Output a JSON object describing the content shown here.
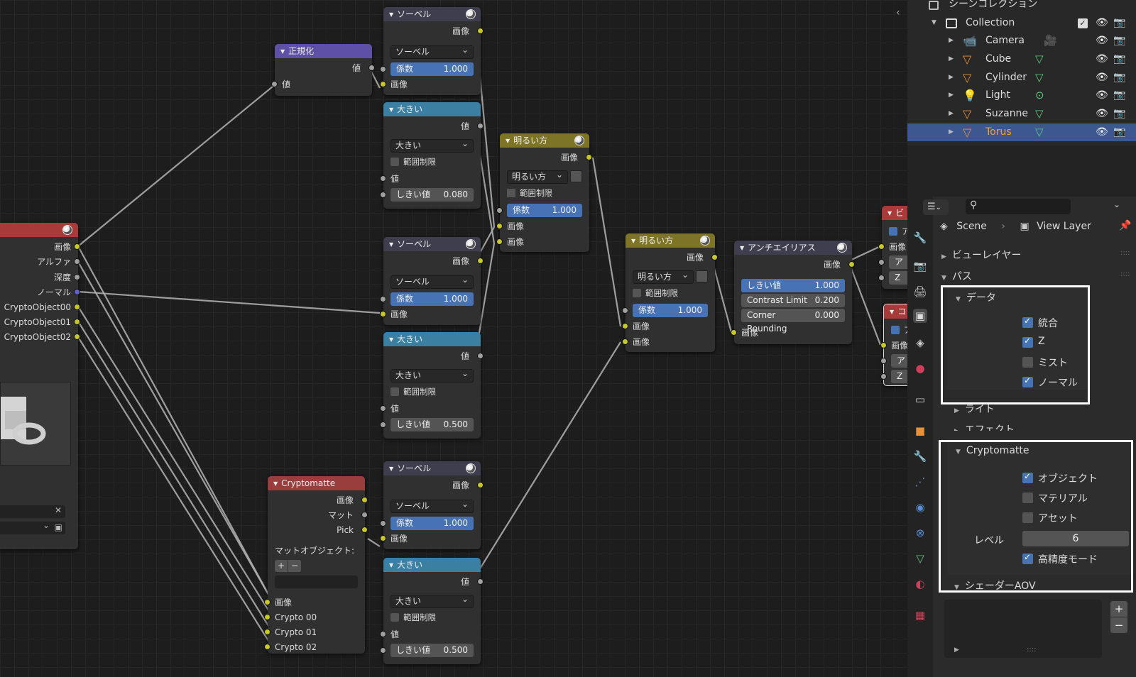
{
  "nodes": {
    "normalize": {
      "title": "正規化",
      "out_value": "値",
      "in_value": "値"
    },
    "sobel1": {
      "title": "ソーベル",
      "out_image": "画像",
      "mode": "ソーベル",
      "factor_label": "係数",
      "factor_value": "1.000",
      "in_image": "画像"
    },
    "sobel2": {
      "title": "ソーベル",
      "out_image": "画像",
      "mode": "ソーベル",
      "factor_label": "係数",
      "factor_value": "1.000",
      "in_image": "画像"
    },
    "sobel3": {
      "title": "ソーベル",
      "out_image": "画像",
      "mode": "ソーベル",
      "factor_label": "係数",
      "factor_value": "1.000",
      "in_image": "画像"
    },
    "greater1": {
      "title": "大きい",
      "out_value": "値",
      "mode": "大きい",
      "clamp": "範囲制限",
      "in_value": "値",
      "threshold_label": "しきい値",
      "threshold_value": "0.080"
    },
    "greater2": {
      "title": "大きい",
      "out_value": "値",
      "mode": "大きい",
      "clamp": "範囲制限",
      "in_value": "値",
      "threshold_label": "しきい値",
      "threshold_value": "0.500"
    },
    "greater3": {
      "title": "大きい",
      "out_value": "値",
      "mode": "大きい",
      "clamp": "範囲制限",
      "in_value": "値",
      "threshold_label": "しきい値",
      "threshold_value": "0.500"
    },
    "lighten1": {
      "title": "明るい方",
      "out_image": "画像",
      "mode": "明るい方",
      "clamp": "範囲制限",
      "factor_label": "係数",
      "factor_value": "1.000",
      "in_image1": "画像",
      "in_image2": "画像"
    },
    "lighten2": {
      "title": "明るい方",
      "out_image": "画像",
      "mode": "明るい方",
      "clamp": "範囲制限",
      "factor_label": "係数",
      "factor_value": "1.000",
      "in_image1": "画像",
      "in_image2": "画像"
    },
    "antialias": {
      "title": "アンチエイリアス",
      "out_image": "画像",
      "threshold_label": "しきい値",
      "threshold_value": "1.000",
      "contrast_label": "Contrast Limit",
      "contrast_value": "0.200",
      "corner_label": "Corner Rounding",
      "corner_value": "0.000",
      "in_image": "画像"
    },
    "cryptomatte": {
      "title": "Cryptomatte",
      "out_image": "画像",
      "out_matte": "マット",
      "out_pick": "Pick",
      "matte_objects": "マットオブジェクト:",
      "add": "+",
      "remove": "−",
      "in_image": "画像",
      "in_crypto00": "Crypto 00",
      "in_crypto01": "Crypto 01",
      "in_crypto02": "Crypto 02"
    },
    "render_layers": {
      "outputs": [
        "画像",
        "アルファ",
        "深度",
        "ノーマル",
        "CryptoObject00",
        "CryptoObject01",
        "CryptoObject02"
      ]
    },
    "viewer_partial": {
      "title": "ビ",
      "cb": "ア",
      "row1": "画像",
      "row2": "ア",
      "row3": "Z"
    },
    "composite_partial": {
      "title": "コ",
      "cb": "ア",
      "row1": "画像",
      "row2": "ア",
      "row3": "Z"
    }
  },
  "outliner": {
    "scene_collection": "シーンコレクション",
    "collection": "Collection",
    "items": [
      {
        "name": "Camera",
        "selected": false
      },
      {
        "name": "Cube",
        "selected": false
      },
      {
        "name": "Cylinder",
        "selected": false
      },
      {
        "name": "Light",
        "selected": false
      },
      {
        "name": "Suzanne",
        "selected": false
      },
      {
        "name": "Torus",
        "selected": true
      }
    ]
  },
  "properties": {
    "search_placeholder": "",
    "breadcrumb_scene": "Scene",
    "breadcrumb_sep": "›",
    "breadcrumb_viewlayer": "View Layer",
    "view_layer_panel": "ビューレイヤー",
    "passes_panel": "パス",
    "data_panel": "データ",
    "data_items": [
      {
        "label": "統合",
        "checked": true
      },
      {
        "label": "Z",
        "checked": true
      },
      {
        "label": "ミスト",
        "checked": false
      },
      {
        "label": "ノーマル",
        "checked": true
      }
    ],
    "light_panel": "ライト",
    "effects_panel": "エフェクト",
    "cryptomatte_panel": "Cryptomatte",
    "crypto_items": [
      {
        "label": "オブジェクト",
        "checked": true
      },
      {
        "label": "マテリアル",
        "checked": false
      },
      {
        "label": "アセット",
        "checked": false
      }
    ],
    "level_label": "レベル",
    "level_value": "6",
    "accurate_label": "高精度モード",
    "accurate_checked": true,
    "shader_aov_panel": "シェーダーAOV",
    "aov_add": "+",
    "aov_remove": "−",
    "aov_handle": "::::"
  },
  "colors": {
    "selection": "#3d5790",
    "accent_blue": "#4772b3",
    "socket_yellow": "#c7c729",
    "socket_gray": "#a0a0a0",
    "socket_blue": "#6363c7",
    "object_orange": "#e8913a",
    "data_green": "#5cc87a"
  }
}
